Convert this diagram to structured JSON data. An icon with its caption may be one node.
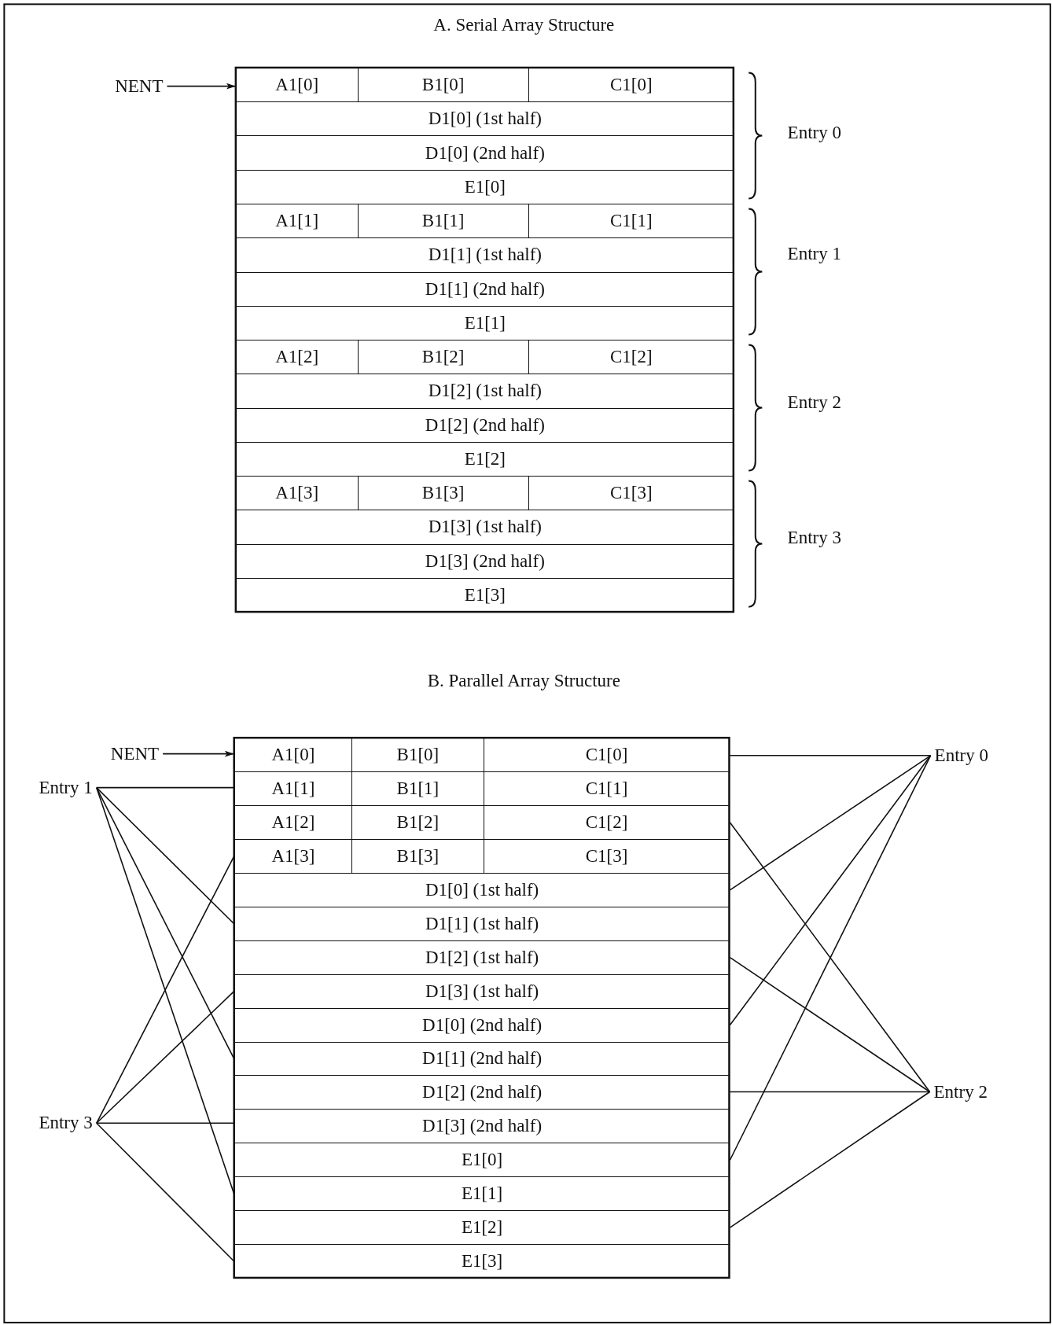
{
  "diagram": {
    "nodes": [
      {
        "text": [
          "NENT"
        ]
      },
      {
        "text": [
          "A1[0]"
        ]
      },
      {
        "text": [
          "B1[0]"
        ]
      },
      {
        "text": [
          "C1[0]"
        ]
      },
      {
        "text": [
          "D1[0] (1st half)"
        ]
      },
      {
        "text": [
          "D1[0] (2nd half)"
        ]
      },
      {
        "text": [
          "E1[0]"
        ]
      },
      {
        "text": [
          "A1[1]"
        ]
      },
      {
        "text": [
          "B1[1]"
        ]
      },
      {
        "text": [
          "C1[1]"
        ]
      },
      {
        "text": [
          "D1[1] (1st half)"
        ]
      },
      {
        "text": [
          "D1[1] (2nd half)"
        ]
      },
      {
        "text": [
          "E1[1]"
        ]
      },
      {
        "text": [
          "A1[2]"
        ]
      },
      {
        "text": [
          "B1[2]"
        ]
      },
      {
        "text": [
          "C1[2]"
        ]
      },
      {
        "text": [
          "D1[2] (1st half)"
        ]
      },
      {
        "text": [
          "D1[2] (2nd half)"
        ]
      },
      {
        "text": [
          "E1[2]"
        ]
      },
      {
        "text": [
          "A1[3]"
        ]
      },
      {
        "text": [
          "B1[3]"
        ]
      },
      {
        "text": [
          "C1[3]"
        ]
      },
      {
        "text": [
          "D1[3] (1st half)"
        ]
      },
      {
        "text": [
          "D1[3] (2nd half)"
        ]
      },
      {
        "text": [
          "E1[3]"
        ]
      },
      {
        "text": [
          "NENT"
        ]
      },
      {
        "text": [
          "A1[0]"
        ]
      },
      {
        "text": [
          "B1[0]"
        ]
      },
      {
        "text": [
          "C1[0]"
        ]
      },
      {
        "text": [
          "A1[1]"
        ]
      },
      {
        "text": [
          "B1[1]"
        ]
      },
      {
        "text": [
          "C1[1]"
        ]
      },
      {
        "text": [
          "A1[2]"
        ]
      },
      {
        "text": [
          "B1[2]"
        ]
      },
      {
        "text": [
          "C1[2]"
        ]
      },
      {
        "text": [
          "A1[3]"
        ]
      },
      {
        "text": [
          "B1[3]"
        ]
      },
      {
        "text": [
          "C1[3]"
        ]
      },
      {
        "text": [
          "D1[0] (1st half)"
        ]
      },
      {
        "text": [
          "D1[1] (1st half)"
        ]
      },
      {
        "text": [
          "D1[2] (1st half)"
        ]
      },
      {
        "text": [
          "D1[3] (1st half)"
        ]
      },
      {
        "text": [
          "D1[0] (2nd half)"
        ]
      },
      {
        "text": [
          "D1[1] (2nd half)"
        ]
      },
      {
        "text": [
          "D1[2] (2nd half)"
        ]
      },
      {
        "text": [
          "D1[3] (2nd half)"
        ]
      },
      {
        "text": [
          "E1[0]"
        ]
      },
      {
        "text": [
          "E1[1]"
        ]
      },
      {
        "text": [
          "E1[2]"
        ]
      },
      {
        "text": [
          "E1[3]"
        ]
      },
      {
        "text": [
          "Entry 0"
        ]
      },
      {
        "text": [
          "Entry 1"
        ]
      },
      {
        "text": [
          "Entry 2"
        ]
      },
      {
        "text": [
          "Entry 3"
        ]
      }
    ],
    "edges": [
      {
        "from": 0,
        "to": 1,
        "arrow": "to"
      },
      {
        "from": 25,
        "to": 26,
        "arrow": "to"
      },
      {
        "from": 50,
        "to": 28,
        "arrow": "none"
      },
      {
        "from": 50,
        "to": 38,
        "arrow": "none"
      },
      {
        "from": 50,
        "to": 42,
        "arrow": "none"
      },
      {
        "from": 50,
        "to": 46,
        "arrow": "none"
      },
      {
        "from": 51,
        "to": 29,
        "arrow": "none"
      },
      {
        "from": 51,
        "to": 39,
        "arrow": "none"
      },
      {
        "from": 51,
        "to": 43,
        "arrow": "none"
      },
      {
        "from": 51,
        "to": 47,
        "arrow": "none"
      },
      {
        "from": 52,
        "to": 34,
        "arrow": "none"
      },
      {
        "from": 52,
        "to": 40,
        "arrow": "none"
      },
      {
        "from": 52,
        "to": 44,
        "arrow": "none"
      },
      {
        "from": 52,
        "to": 48,
        "arrow": "none"
      },
      {
        "from": 53,
        "to": 35,
        "arrow": "none"
      },
      {
        "from": 53,
        "to": 41,
        "arrow": "none"
      },
      {
        "from": 53,
        "to": 45,
        "arrow": "none"
      },
      {
        "from": 53,
        "to": 49,
        "arrow": "none"
      }
    ],
    "labels": [
      "A. Serial Array Structure",
      "Entry 0",
      "Entry 1",
      "Entry 2",
      "Entry 3",
      "B. Parallel Array Structure"
    ]
  }
}
